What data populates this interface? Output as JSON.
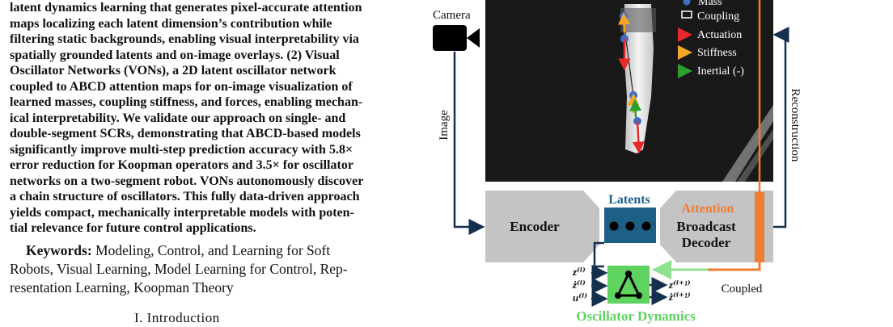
{
  "abstract_lines": [
    "latent dynamics learning that generates pixel-accurate attention",
    "maps localizing each latent dimension’s contribution while",
    "filtering static backgrounds, enabling visual interpretability via",
    "spatially grounded latents and on-image overlays. (2) Visual",
    "Oscillator Networks (VONs), a 2D latent oscillator network",
    "coupled to ABCD attention maps for on-image visualization of",
    "learned masses, coupling stiffness, and forces, enabling mechan-",
    "ical interpretability. We validate our approach on single- and",
    "double-segment SCRs, demonstrating that ABCD-based models",
    "significantly improve multi-step prediction accuracy with 5.8×",
    "error reduction for Koopman operators and 3.5× for oscillator",
    "networks on a two-segment robot. VONs autonomously discover",
    "a chain structure of oscillators. This fully data-driven approach",
    "yields compact, mechanically interpretable models with poten-",
    "tial relevance for future control applications."
  ],
  "keywords": {
    "label": "Keywords:",
    "line1": "Modeling, Control, and Learning for Soft",
    "line2": "Robots, Visual Learning, Model Learning for Control, Rep-",
    "line3": "resentation Learning, Koopman Theory"
  },
  "section_heading": "I. Introduction",
  "figure": {
    "camera_label": "Camera",
    "image_label": "Image",
    "reconstruction_label": "Reconstruction",
    "encoder_label": "Encoder",
    "latents_label": "Latents",
    "attention_label": "Attention",
    "broadcast_label": "Broadcast",
    "decoder_label": "Decoder",
    "coupled_label": "Coupled",
    "oscillator_label": "Oscillator Dynamics",
    "inputs": [
      "z⁽ⁱ⁾",
      "ż⁽ⁱ⁾",
      "u⁽ⁱ⁾"
    ],
    "outputs": [
      "z⁽ⁱ⁺¹⁾",
      "ż⁽ⁱ⁺¹⁾"
    ],
    "legend": {
      "mass": "Mass",
      "coupling": "Coupling",
      "actuation": "Actuation",
      "stiffness": "Stiffness",
      "inertial": "Inertial (-)"
    },
    "colors": {
      "navy": "#15304f",
      "latents_blue": "#1e5f86",
      "attention_orange": "#ef7d31",
      "oscillator_green": "#5fd35f",
      "block_gray": "#c4c4c4",
      "actuation_red": "#e8282b",
      "stiffness_orange": "#f5a623",
      "inertial_green": "#2ca02c",
      "mass_blue": "#3b6fc4"
    }
  }
}
